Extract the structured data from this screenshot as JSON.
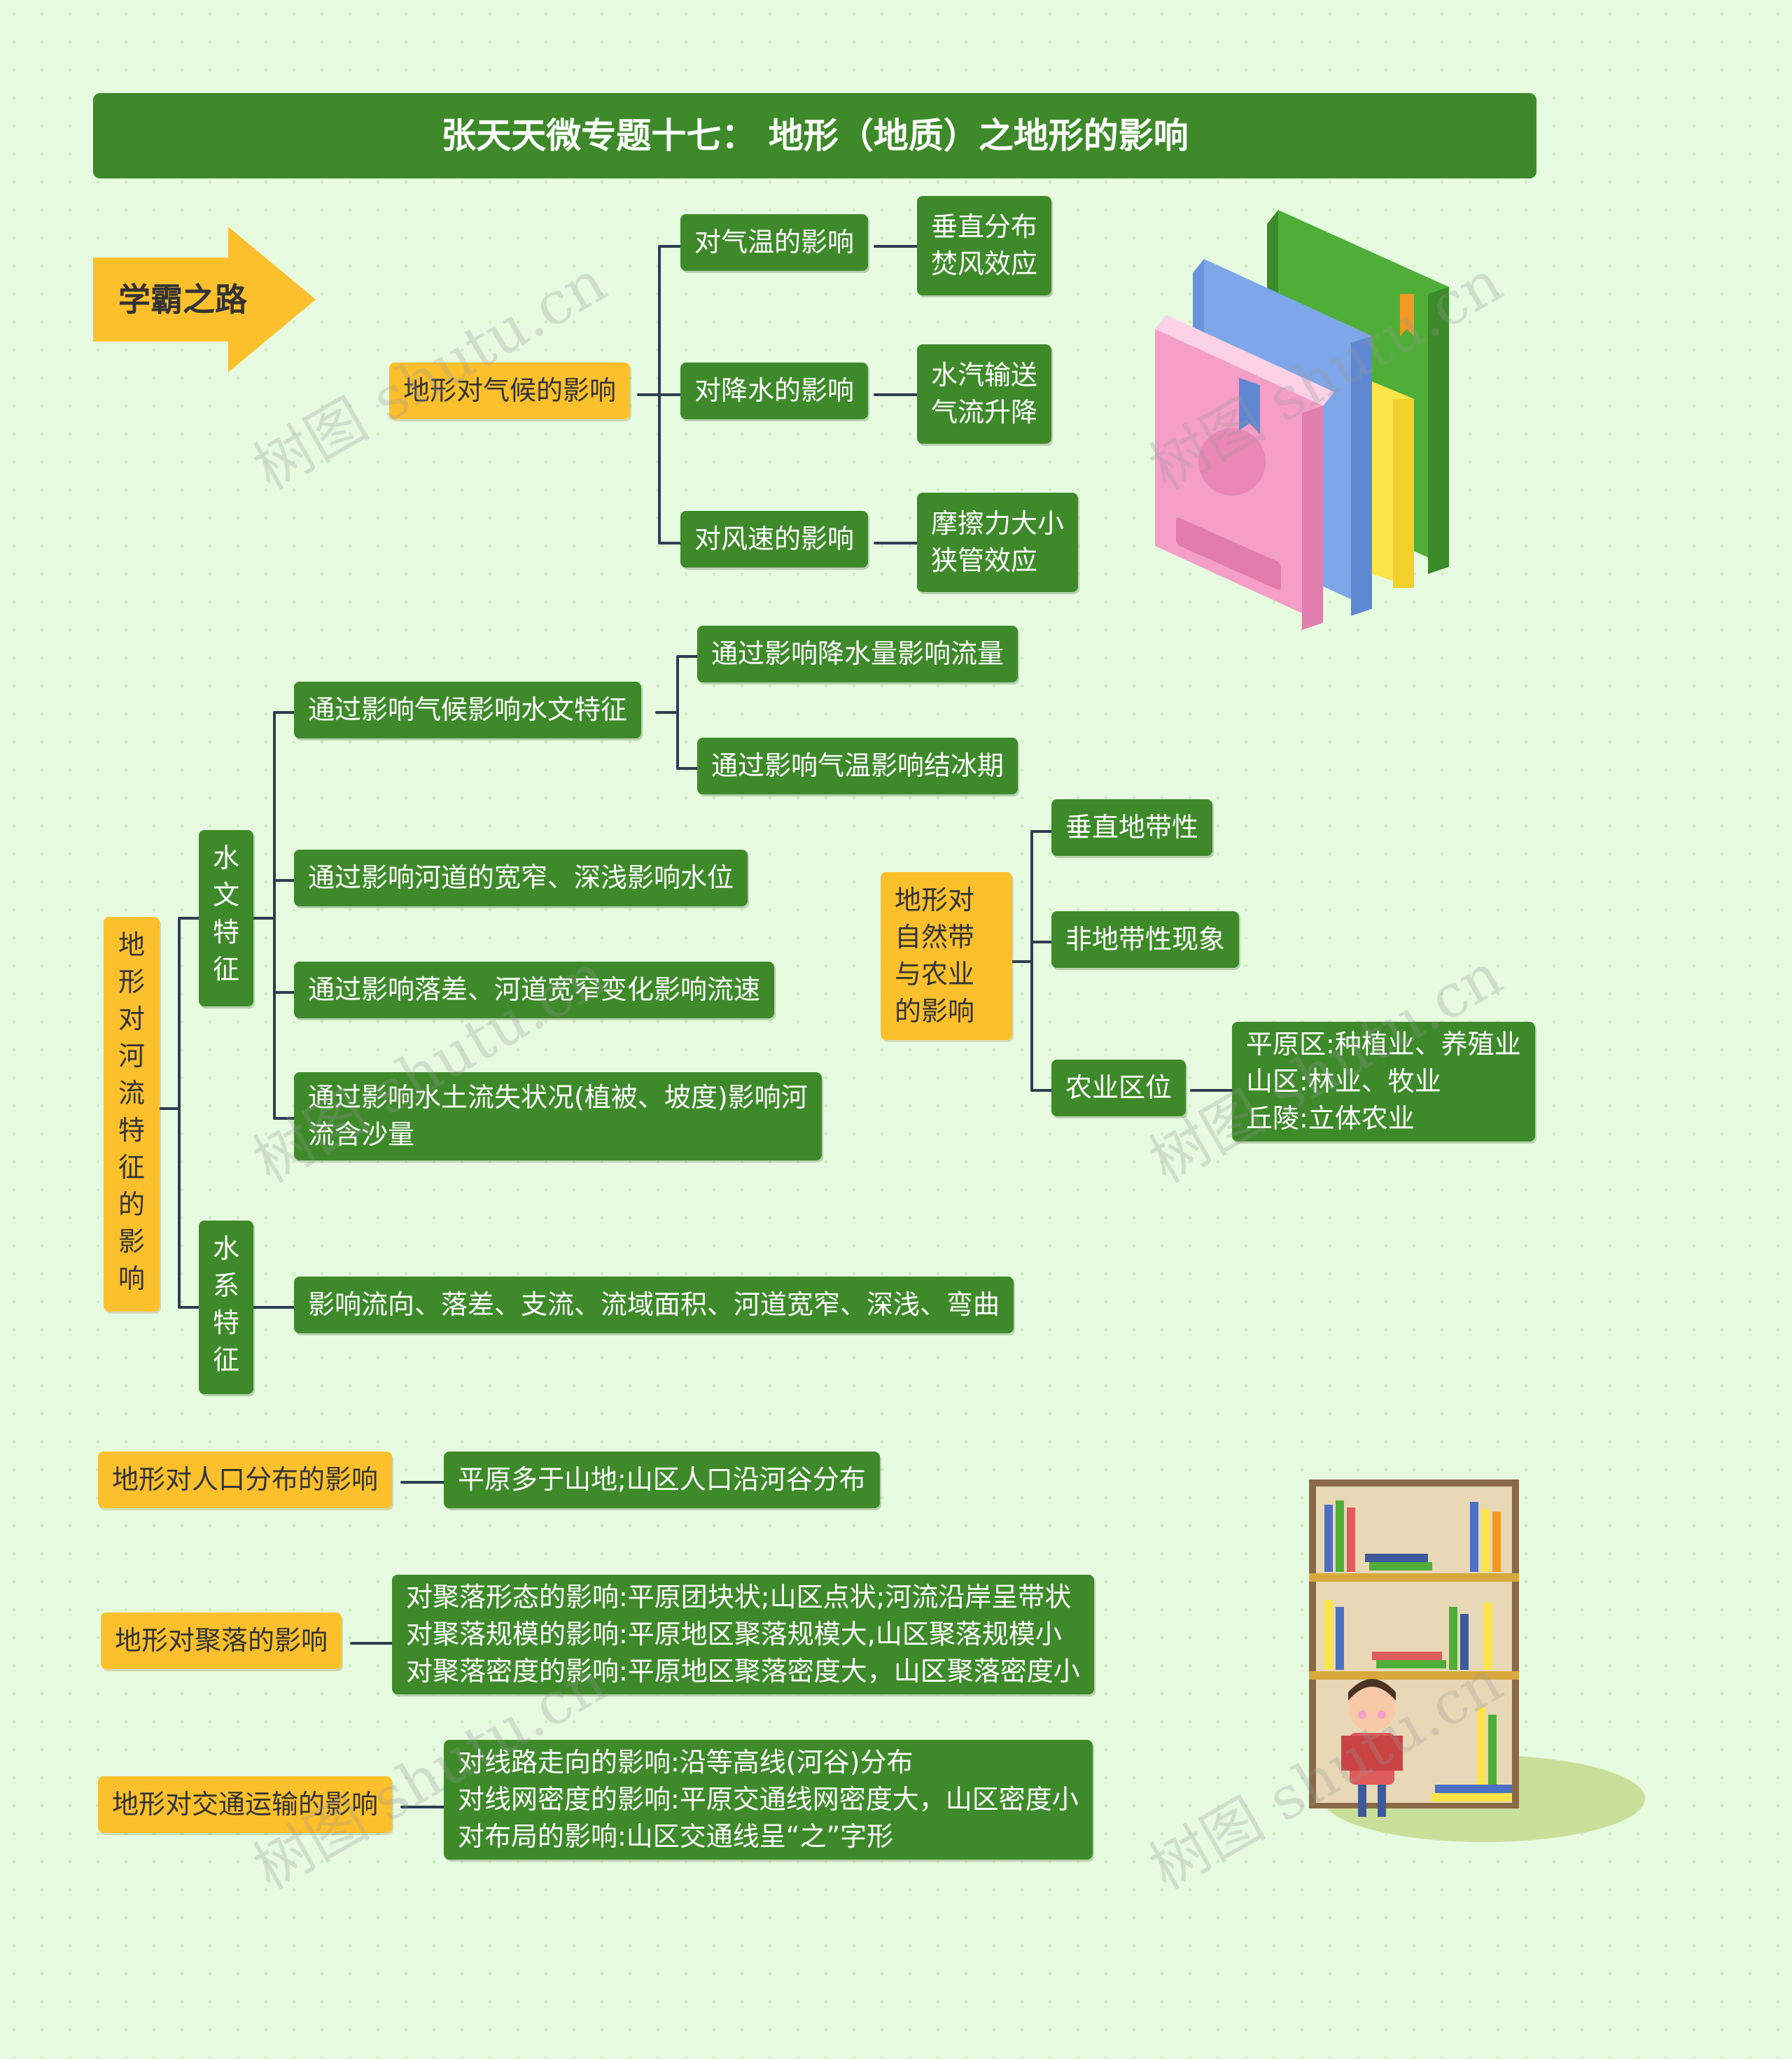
{
  "title": "张天天微专题十七： 地形（地质）之地形的影响",
  "badge": "学霸之路",
  "climate": {
    "label": "地形对气候的影响",
    "items": [
      {
        "label": "对气温的影响",
        "details": [
          "垂直分布",
          "焚风效应"
        ]
      },
      {
        "label": "对降水的影响",
        "details": [
          "水汽输送",
          "气流升降"
        ]
      },
      {
        "label": "对风速的影响",
        "details": [
          "摩擦力大小",
          "狭管效应"
        ]
      }
    ]
  },
  "river": {
    "label": "地形对河流特征的影响",
    "hydro": {
      "label": "水文特征",
      "climate_path": {
        "label": "通过影响气候影响水文特征",
        "subs": [
          "通过影响降水量影响流量",
          "通过影响气温影响结冰期"
        ]
      },
      "items": [
        "通过影响河道的宽窄、深浅影响水位",
        "通过影响落差、河道宽窄变化影响流速"
      ],
      "sediment": [
        "通过影响水土流失状况(植被、坡度)影响河",
        "流含沙量"
      ]
    },
    "system": {
      "label": "水系特征",
      "item": "影响流向、落差、支流、流域面积、河道宽窄、深浅、弯曲"
    }
  },
  "natural_zone": {
    "label_lines": [
      "地形对",
      "自然带",
      "与农业",
      "的影响"
    ],
    "items": [
      "垂直地带性",
      "非地带性现象"
    ],
    "agri": {
      "label": "农业区位",
      "details": [
        "平原区:种植业、养殖业",
        "山区:林业、牧业",
        "丘陵:立体农业"
      ]
    }
  },
  "population": {
    "label": "地形对人口分布的影响",
    "detail": "平原多于山地;山区人口沿河谷分布"
  },
  "settlement": {
    "label": "地形对聚落的影响",
    "details": [
      "对聚落形态的影响:平原团块状;山区点状;河流沿岸呈带状",
      "对聚落规模的影响:平原地区聚落规模大,山区聚落规模小",
      "对聚落密度的影响:平原地区聚落密度大，山区聚落密度小"
    ]
  },
  "transport": {
    "label": "地形对交通运输的影响",
    "details": [
      "对线路走向的影响:沿等高线(河谷)分布",
      "对线网密度的影响:平原交通线网密度大，山区密度小",
      "对布局的影响:山区交通线呈“之”字形"
    ]
  },
  "watermark": "树图 shutu.cn",
  "colors": {
    "node": "#3e8a2a",
    "highlight": "#fcc02c",
    "connector": "#2d3e50",
    "background": "#e6fbdf"
  }
}
